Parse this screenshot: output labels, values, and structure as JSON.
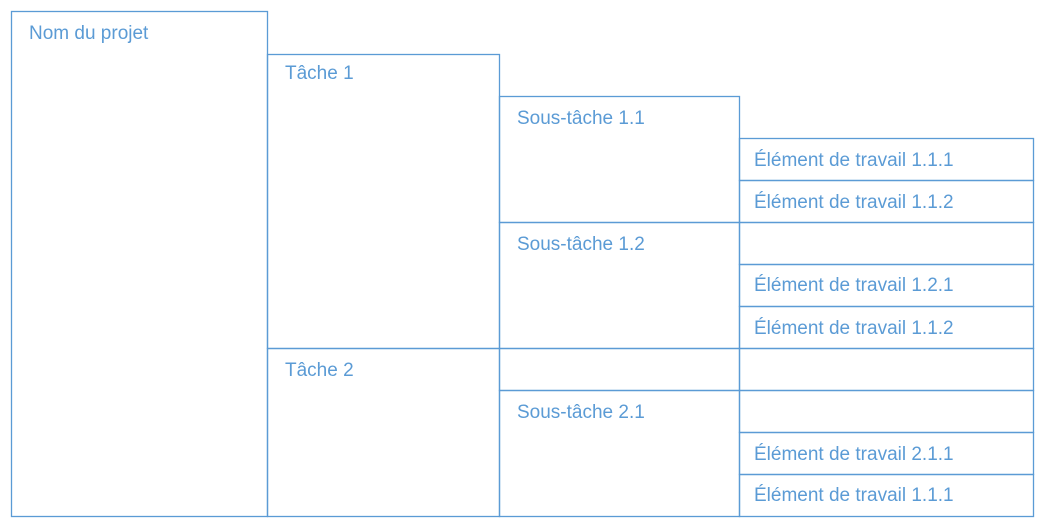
{
  "diagram": {
    "project": "Nom du projet",
    "tasks": [
      {
        "label": "Tâche 1",
        "subtasks": [
          {
            "label": "Sous-tâche 1.1",
            "items": [
              "Élément de travail 1.1.1",
              "Élément de travail 1.1.2"
            ]
          },
          {
            "label": "Sous-tâche 1.2",
            "items": [
              "Élément de travail 1.2.1",
              "Élément de travail 1.1.2"
            ]
          }
        ]
      },
      {
        "label": "Tâche 2",
        "subtasks": [
          {
            "label": "Sous-tâche 2.1",
            "items": [
              "Élément de travail 2.1.1",
              "Élément de travail 1.1.1"
            ]
          }
        ]
      }
    ]
  },
  "colors": {
    "line": "#5b9bd5",
    "text": "#5b9bd5"
  }
}
